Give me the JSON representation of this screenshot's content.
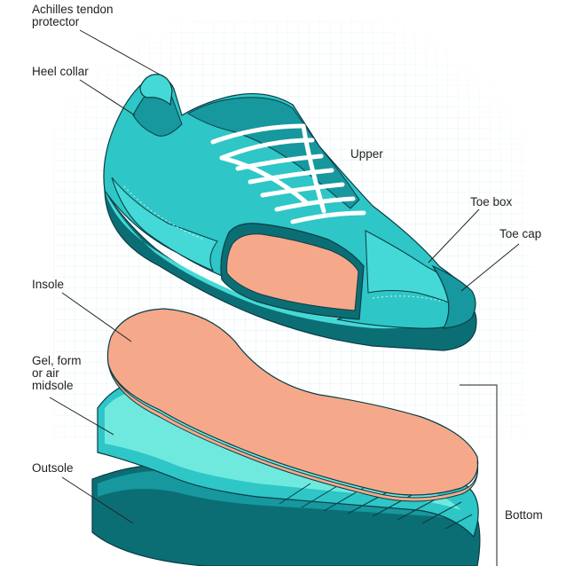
{
  "labels": {
    "achilles": "Achilles tendon\nprotector",
    "heel_collar": "Heel collar",
    "upper": "Upper",
    "toe_box": "Toe box",
    "toe_cap": "Toe cap",
    "insole": "Insole",
    "midsole": "Gel, form\nor air\nmidsole",
    "outsole": "Outsole",
    "bottom": "Bottom"
  },
  "colors": {
    "grid": "#d3eef3",
    "upper_teal": "#2ec6c6",
    "upper_light": "#44d9d6",
    "upper_dark": "#16989e",
    "deep_teal": "#0c6e75",
    "sole_mint": "#6fe9de",
    "insole_salmon": "#f5a98a",
    "outline": "#0b3c45",
    "laces": "#ffffff",
    "leader": "#222222"
  }
}
